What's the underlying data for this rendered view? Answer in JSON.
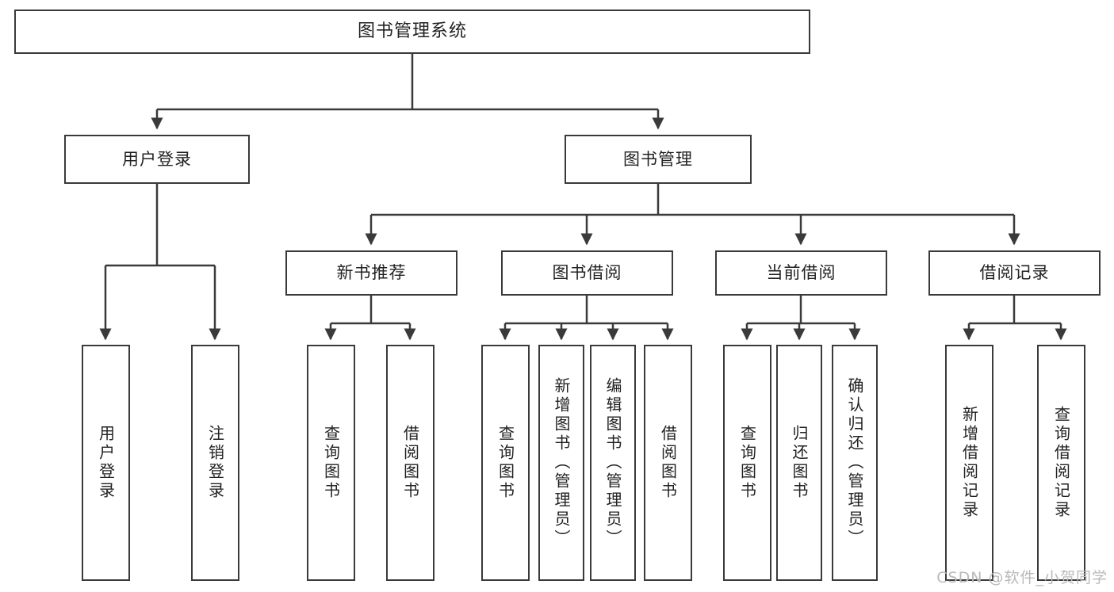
{
  "diagram": {
    "title": "图书管理系统",
    "type": "functional-structure-tree",
    "stroke_color": "#3a3a3a",
    "fill_color": "#ffffff",
    "text_color": "#222222"
  },
  "watermark": {
    "text": "CSDN @软件_小贺同学",
    "color": "#b9b9b9"
  },
  "nodes": {
    "root": {
      "label": "图书管理系统"
    },
    "level2": [
      {
        "id": "user-login",
        "label": "用户登录"
      },
      {
        "id": "book-manage",
        "label": "图书管理"
      }
    ],
    "level3": [
      {
        "id": "new-book-recommend",
        "label": "新书推荐"
      },
      {
        "id": "book-borrow",
        "label": "图书借阅"
      },
      {
        "id": "current-borrow",
        "label": "当前借阅"
      },
      {
        "id": "borrow-record",
        "label": "借阅记录"
      }
    ],
    "leaves": {
      "user_login": [
        {
          "id": "leaf-user-login",
          "label": "用户登录"
        },
        {
          "id": "leaf-logout-login",
          "label": "注销登录"
        }
      ],
      "new_book_recommend": [
        {
          "id": "leaf-query-book-1",
          "label": "查询图书"
        },
        {
          "id": "leaf-borrow-book-1",
          "label": "借阅图书"
        }
      ],
      "book_borrow": [
        {
          "id": "leaf-query-book-2",
          "label": "查询图书"
        },
        {
          "id": "leaf-add-book",
          "label": "新增图书（管理员）"
        },
        {
          "id": "leaf-edit-book",
          "label": "编辑图书（管理员）"
        },
        {
          "id": "leaf-borrow-book-2",
          "label": "借阅图书"
        }
      ],
      "current_borrow": [
        {
          "id": "leaf-query-book-3",
          "label": "查询图书"
        },
        {
          "id": "leaf-return-book",
          "label": "归还图书"
        },
        {
          "id": "leaf-confirm-return",
          "label": "确认归还（管理员）"
        }
      ],
      "borrow_record": [
        {
          "id": "leaf-add-borrow-record",
          "label": "新增借阅记录"
        },
        {
          "id": "leaf-query-borrow-record",
          "label": "查询借阅记录"
        }
      ]
    }
  }
}
